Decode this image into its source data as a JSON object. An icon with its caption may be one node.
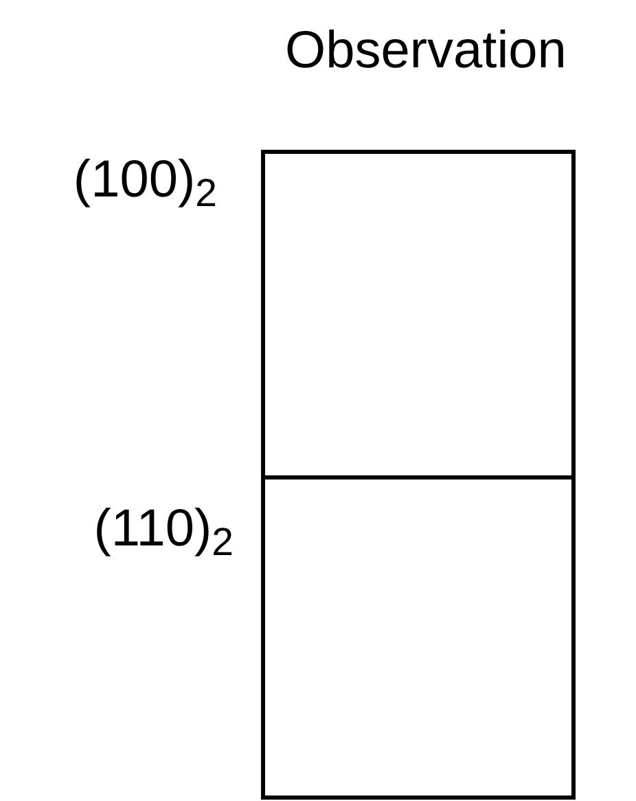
{
  "diagram": {
    "title": "Observation",
    "nodes": [
      {
        "text": [],
        "shape": "box",
        "beside": [
          "(100)$_{2}$"
        ]
      },
      {
        "text": [],
        "shape": "box",
        "beside": [
          "(110)$_{2}$"
        ]
      }
    ]
  }
}
